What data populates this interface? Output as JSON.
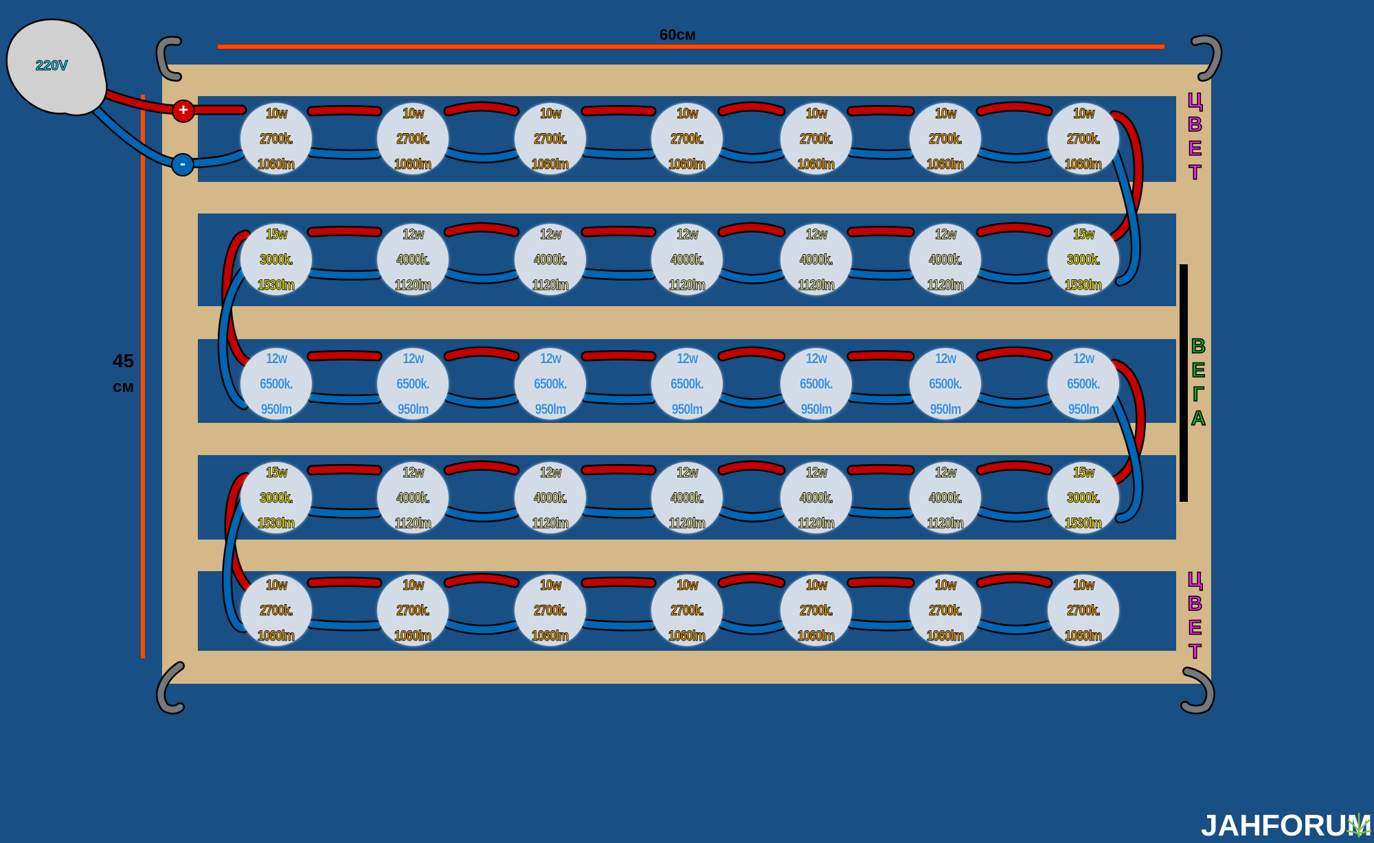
{
  "title_width": "60см",
  "height_label": {
    "number": "45",
    "unit": "см"
  },
  "power": {
    "voltage": "220V",
    "plus": "+",
    "minus": "-"
  },
  "zones": {
    "top": "ЦВЕТ",
    "middle": "ВЕГА",
    "bottom": "ЦВЕТ"
  },
  "watermark": "JAHFORUM",
  "colors": {
    "background": "#184f84",
    "wood": "#d4b888",
    "led": "#d3dce6",
    "wire_positive": "#c40000",
    "wire_negative": "#0066b3",
    "measure": "#ff4a00",
    "zone_flower": "#ff22ff",
    "zone_veg": "#11aa22"
  },
  "rows": [
    {
      "leds": [
        {
          "watt": "10w",
          "kelvin": "2700k.",
          "lumen": "1060lm",
          "color": "#f5a400"
        },
        {
          "watt": "10w",
          "kelvin": "2700k.",
          "lumen": "1060lm",
          "color": "#f5a400"
        },
        {
          "watt": "10w",
          "kelvin": "2700k.",
          "lumen": "1060lm",
          "color": "#f5a400"
        },
        {
          "watt": "10w",
          "kelvin": "2700k.",
          "lumen": "1060lm",
          "color": "#f5a400"
        },
        {
          "watt": "10w",
          "kelvin": "2700k.",
          "lumen": "1060lm",
          "color": "#f5a400"
        },
        {
          "watt": "10w",
          "kelvin": "2700k.",
          "lumen": "1060lm",
          "color": "#f5a400"
        },
        {
          "watt": "10w",
          "kelvin": "2700k.",
          "lumen": "1060lm",
          "color": "#f5a400"
        }
      ]
    },
    {
      "leds": [
        {
          "watt": "15w",
          "kelvin": "3000k.",
          "lumen": "1530lm",
          "color": "#ffee00"
        },
        {
          "watt": "12w",
          "kelvin": "4000k.",
          "lumen": "1120lm",
          "color": "#f4eea4"
        },
        {
          "watt": "12w",
          "kelvin": "4000k.",
          "lumen": "1120lm",
          "color": "#f4eea4"
        },
        {
          "watt": "12w",
          "kelvin": "4000k.",
          "lumen": "1120lm",
          "color": "#f4eea4"
        },
        {
          "watt": "12w",
          "kelvin": "4000k.",
          "lumen": "1120lm",
          "color": "#f4eea4"
        },
        {
          "watt": "12w",
          "kelvin": "4000k.",
          "lumen": "1120lm",
          "color": "#f4eea4"
        },
        {
          "watt": "15w",
          "kelvin": "3000k.",
          "lumen": "1530lm",
          "color": "#ffee00"
        }
      ]
    },
    {
      "leds": [
        {
          "watt": "12w",
          "kelvin": "6500k.",
          "lumen": "950lm",
          "color": "#3a8fe0"
        },
        {
          "watt": "12w",
          "kelvin": "6500k.",
          "lumen": "950lm",
          "color": "#3a8fe0"
        },
        {
          "watt": "12w",
          "kelvin": "6500k.",
          "lumen": "950lm",
          "color": "#3a8fe0"
        },
        {
          "watt": "12w",
          "kelvin": "6500k.",
          "lumen": "950lm",
          "color": "#3a8fe0"
        },
        {
          "watt": "12w",
          "kelvin": "6500k.",
          "lumen": "950lm",
          "color": "#3a8fe0"
        },
        {
          "watt": "12w",
          "kelvin": "6500k.",
          "lumen": "950lm",
          "color": "#3a8fe0"
        },
        {
          "watt": "12w",
          "kelvin": "6500k.",
          "lumen": "950lm",
          "color": "#3a8fe0"
        }
      ]
    },
    {
      "leds": [
        {
          "watt": "15w",
          "kelvin": "3000k.",
          "lumen": "1530lm",
          "color": "#ffee00"
        },
        {
          "watt": "12w",
          "kelvin": "4000k.",
          "lumen": "1120lm",
          "color": "#f4eea4"
        },
        {
          "watt": "12w",
          "kelvin": "4000k.",
          "lumen": "1120lm",
          "color": "#f4eea4"
        },
        {
          "watt": "12w",
          "kelvin": "4000k.",
          "lumen": "1120lm",
          "color": "#f4eea4"
        },
        {
          "watt": "12w",
          "kelvin": "4000k.",
          "lumen": "1120lm",
          "color": "#f4eea4"
        },
        {
          "watt": "12w",
          "kelvin": "4000k.",
          "lumen": "1120lm",
          "color": "#f4eea4"
        },
        {
          "watt": "15w",
          "kelvin": "3000k.",
          "lumen": "1530lm",
          "color": "#ffee00"
        }
      ]
    },
    {
      "leds": [
        {
          "watt": "10w",
          "kelvin": "2700k.",
          "lumen": "1060lm",
          "color": "#f5a400"
        },
        {
          "watt": "10w",
          "kelvin": "2700k.",
          "lumen": "1060lm",
          "color": "#f5a400"
        },
        {
          "watt": "10w",
          "kelvin": "2700k.",
          "lumen": "1060lm",
          "color": "#f5a400"
        },
        {
          "watt": "10w",
          "kelvin": "2700k.",
          "lumen": "1060lm",
          "color": "#f5a400"
        },
        {
          "watt": "10w",
          "kelvin": "2700k.",
          "lumen": "1060lm",
          "color": "#f5a400"
        },
        {
          "watt": "10w",
          "kelvin": "2700k.",
          "lumen": "1060lm",
          "color": "#f5a400"
        },
        {
          "watt": "10w",
          "kelvin": "2700k.",
          "lumen": "1060lm",
          "color": "#f5a400"
        }
      ]
    }
  ]
}
